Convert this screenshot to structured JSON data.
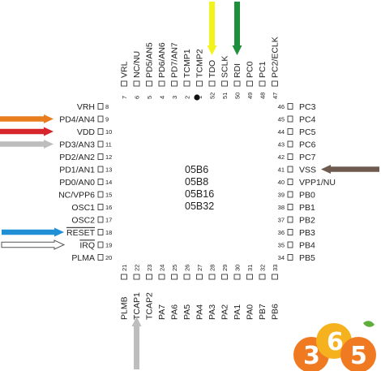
{
  "chip": {
    "part_numbers": [
      "05B6",
      "05B8",
      "05B16",
      "05B32"
    ],
    "left_pins": [
      {
        "num": "8",
        "label": "VRH"
      },
      {
        "num": "9",
        "label": "PD4/AN4"
      },
      {
        "num": "10",
        "label": "VDD"
      },
      {
        "num": "11",
        "label": "PD3/AN3"
      },
      {
        "num": "12",
        "label": "PD2/AN2"
      },
      {
        "num": "13",
        "label": "PD1/AN1"
      },
      {
        "num": "14",
        "label": "PD0/AN0"
      },
      {
        "num": "15",
        "label": "NC/VPP6"
      },
      {
        "num": "16",
        "label": "OSC1"
      },
      {
        "num": "17",
        "label": "OSC2"
      },
      {
        "num": "18",
        "label": "RESET",
        "overline": true
      },
      {
        "num": "19",
        "label": "IRQ",
        "overline": true
      },
      {
        "num": "20",
        "label": "PLMA"
      }
    ],
    "right_pins": [
      {
        "num": "46",
        "label": "PC3"
      },
      {
        "num": "45",
        "label": "PC4"
      },
      {
        "num": "44",
        "label": "PC5"
      },
      {
        "num": "43",
        "label": "PC6"
      },
      {
        "num": "42",
        "label": "PC7"
      },
      {
        "num": "41",
        "label": "VSS"
      },
      {
        "num": "40",
        "label": "VPP1/NU"
      },
      {
        "num": "39",
        "label": "PB0"
      },
      {
        "num": "38",
        "label": "PB1"
      },
      {
        "num": "37",
        "label": "PB2"
      },
      {
        "num": "36",
        "label": "PB3"
      },
      {
        "num": "35",
        "label": "PB4"
      },
      {
        "num": "34",
        "label": "PB5"
      }
    ],
    "top_pins": [
      {
        "num": "7",
        "label": "VRL"
      },
      {
        "num": "6",
        "label": "NC/NU"
      },
      {
        "num": "5",
        "label": "PD5/AN5"
      },
      {
        "num": "4",
        "label": "PD6/AN6"
      },
      {
        "num": "3",
        "label": "PD7/AN7"
      },
      {
        "num": "2",
        "label": "TCMP1"
      },
      {
        "num": "1",
        "label": "TCMP2"
      },
      {
        "num": "52",
        "label": "TDO"
      },
      {
        "num": "51",
        "label": "SCLK"
      },
      {
        "num": "50",
        "label": "RDI"
      },
      {
        "num": "49",
        "label": "PC0"
      },
      {
        "num": "48",
        "label": "PC1"
      },
      {
        "num": "47",
        "label": "PC2/ECLK"
      }
    ],
    "bottom_pins": [
      {
        "num": "21",
        "label": "PLMB"
      },
      {
        "num": "22",
        "label": "TCAP1"
      },
      {
        "num": "23",
        "label": "TCAP2"
      },
      {
        "num": "24",
        "label": "PA7"
      },
      {
        "num": "25",
        "label": "PA6"
      },
      {
        "num": "26",
        "label": "PA5"
      },
      {
        "num": "27",
        "label": "PA4"
      },
      {
        "num": "28",
        "label": "PA3"
      },
      {
        "num": "29",
        "label": "PA2"
      },
      {
        "num": "30",
        "label": "PA1"
      },
      {
        "num": "31",
        "label": "PA0"
      },
      {
        "num": "32",
        "label": "PB7"
      },
      {
        "num": "33",
        "label": "PB6"
      }
    ]
  },
  "arrows": [
    {
      "pin": "PD4/AN4",
      "color": "#e87d1e"
    },
    {
      "pin": "VDD",
      "color": "#d7262b"
    },
    {
      "pin": "PD3/AN3",
      "color": "#bdbdbd"
    },
    {
      "pin": "RESET",
      "color": "#1f8fd6"
    },
    {
      "pin": "IRQ",
      "color": "#ffffff"
    },
    {
      "pin": "VSS",
      "color": "#6e5a4e"
    },
    {
      "pin": "TDO",
      "color": "#f2f21c"
    },
    {
      "pin": "RDI",
      "color": "#1e8f3c"
    },
    {
      "pin": "TCAP1",
      "color": "#bdbdbd"
    }
  ],
  "logo": {
    "digits": [
      "3",
      "6",
      "5"
    ],
    "colors": {
      "orange": "#f07a22",
      "gold": "#f6b21e",
      "leaf": "#5fae3a"
    }
  }
}
